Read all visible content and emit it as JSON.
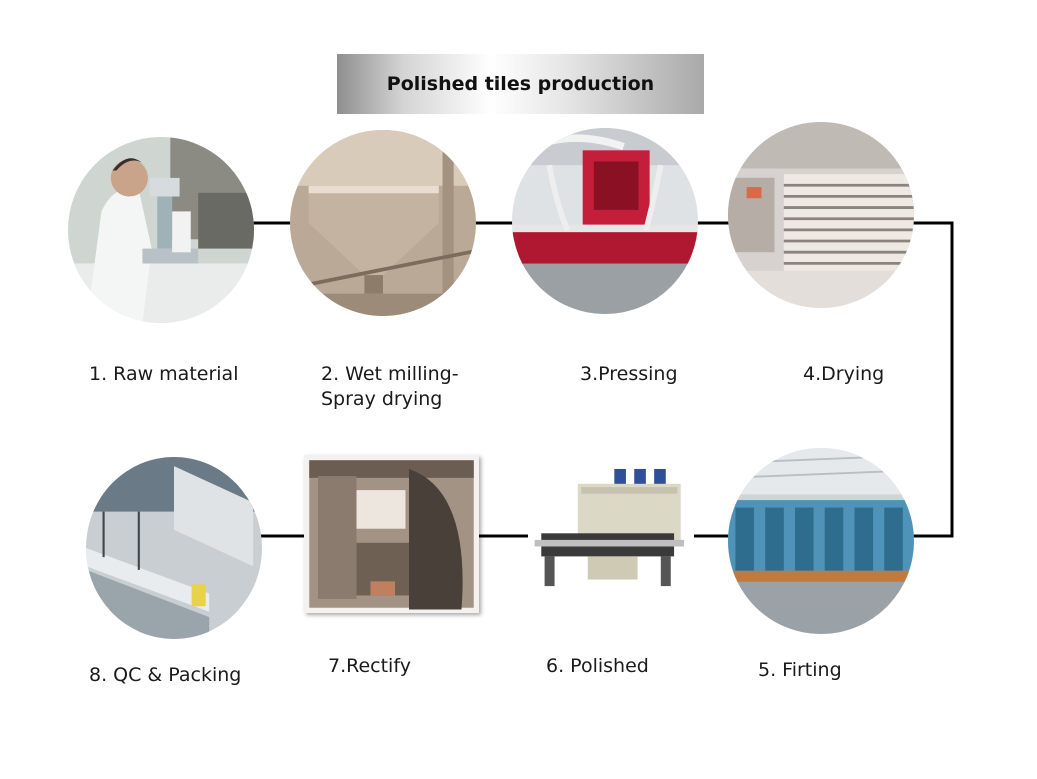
{
  "title": "Polished tiles production",
  "steps": [
    {
      "id": 1,
      "label": "1. Raw material",
      "icon": "microscope-lab-photo"
    },
    {
      "id": 2,
      "label_line1": "2. Wet milling-",
      "label_line2": "Spray drying",
      "icon": "spray-dryer-tank-photo"
    },
    {
      "id": 3,
      "label": "3.Pressing",
      "icon": "press-machine-photo"
    },
    {
      "id": 4,
      "label": "4.Drying",
      "icon": "dryer-racks-photo"
    },
    {
      "id": 5,
      "label": "5. Firting",
      "icon": "kiln-line-photo"
    },
    {
      "id": 6,
      "label": "6. Polished",
      "icon": "polishing-machine-photo"
    },
    {
      "id": 7,
      "label": "7.Rectify",
      "icon": "rectify-machine-photo"
    },
    {
      "id": 8,
      "label": "8. QC & Packing",
      "icon": "packing-line-photo"
    }
  ],
  "colors": {
    "connector": "#000000",
    "label": "#1a1a1a"
  }
}
